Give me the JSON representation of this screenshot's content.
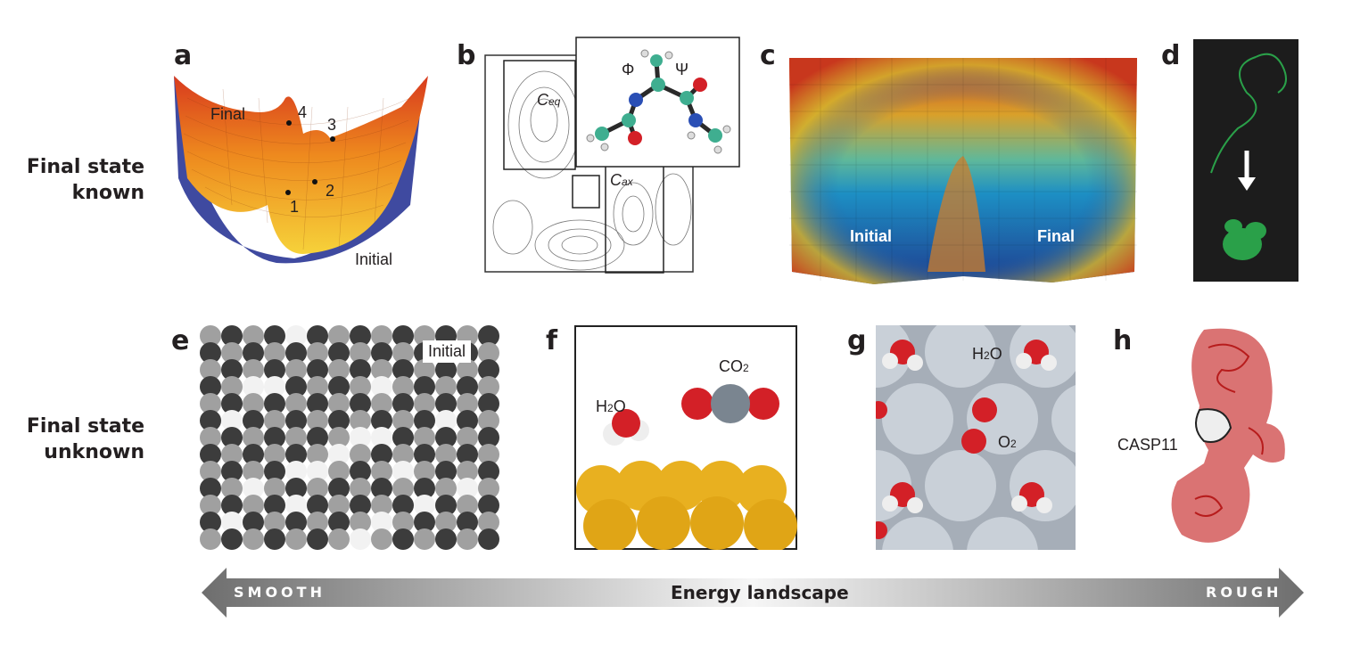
{
  "rows": {
    "top": {
      "line1": "Final state",
      "line2": "known"
    },
    "bottom": {
      "line1": "Final state",
      "line2": "unknown"
    }
  },
  "panels": {
    "a": {
      "letter": "a",
      "final": "Final",
      "initial": "Initial",
      "points": [
        "1",
        "2",
        "3",
        "4"
      ]
    },
    "b": {
      "letter": "b",
      "ceq": "C",
      "ceq_sub": "eq",
      "cax": "C",
      "cax_sub": "ax",
      "phi": "Φ",
      "psi": "Ψ"
    },
    "c": {
      "letter": "c",
      "initial": "Initial",
      "final": "Final"
    },
    "d": {
      "letter": "d"
    },
    "e": {
      "letter": "e",
      "initial": "Initial"
    },
    "f": {
      "letter": "f",
      "h2o": "H",
      "h2o_sub": "2",
      "h2o_end": "O",
      "co2": "CO",
      "co2_sub": "2"
    },
    "g": {
      "letter": "g",
      "h2o": "H",
      "h2o_sub": "2",
      "h2o_end": "O",
      "o2": "O",
      "o2_sub": "2"
    },
    "h": {
      "letter": "h",
      "casp": "CASP11"
    }
  },
  "arrow": {
    "left": "SMOOTH",
    "center": "Energy landscape",
    "right": "ROUGH"
  },
  "colors": {
    "protein_red": "#c62828",
    "molecule_red": "#d32027",
    "gold": "#e8b020",
    "dark_bg": "#1c1c1c",
    "water_blue": "#2f6fb0"
  }
}
